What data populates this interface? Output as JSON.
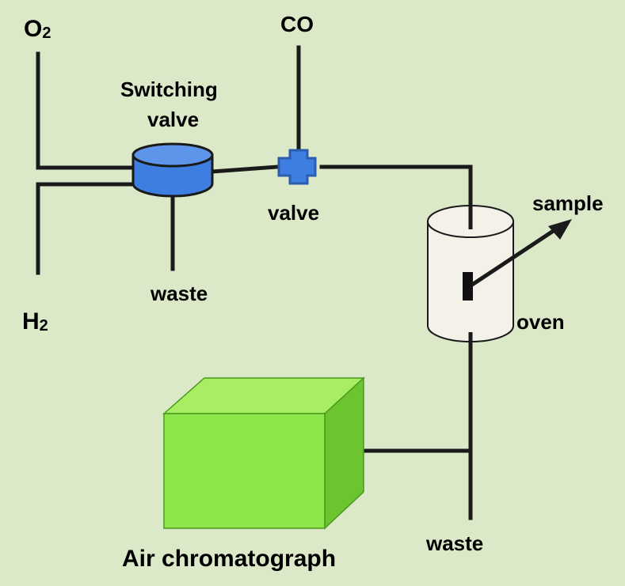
{
  "labels": {
    "o2_main": "O",
    "o2_sub": "2",
    "h2_main": "H",
    "h2_sub": "2",
    "co": "CO",
    "switching_valve_line1": "Switching",
    "switching_valve_line2": "valve",
    "valve": "valve",
    "waste_left": "waste",
    "sample": "sample",
    "oven": "oven",
    "waste_bottom": "waste",
    "air_chromatograph": "Air chromatograph"
  },
  "colors": {
    "background": "#dbe9c8",
    "line": "#1a1a1a",
    "valve_blue": "#3d7ee0",
    "valve_blue_dark": "#2a5cb0",
    "oven_fill": "#f3f1e8",
    "box_front": "#8fe64a",
    "box_top": "#a8ee62",
    "box_side": "#6cc42e"
  }
}
